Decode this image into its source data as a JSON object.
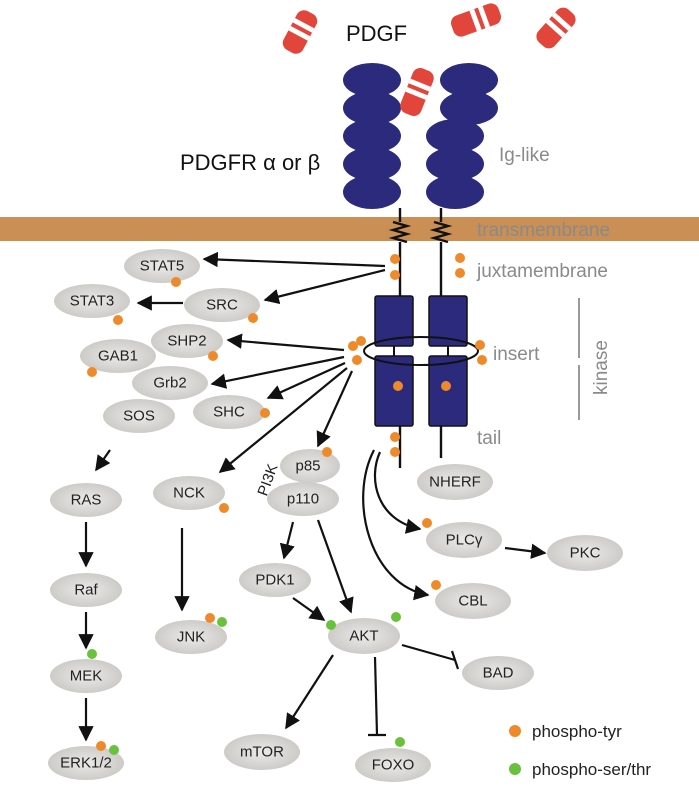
{
  "title": "PDGF",
  "receptor_label": "PDGFR α or β",
  "regions": {
    "ig_like": "Ig-like",
    "transmembrane": "transmembrane",
    "juxtamembrane": "juxtamembrane",
    "insert": "insert",
    "kinase": "kinase",
    "tail": "tail"
  },
  "pi3k_label": "PI3K",
  "nodes": {
    "stat5": "STAT5",
    "stat3": "STAT3",
    "src": "SRC",
    "shp2": "SHP2",
    "gab1": "GAB1",
    "grb2": "Grb2",
    "sos": "SOS",
    "shc": "SHC",
    "p85": "p85",
    "p110": "p110",
    "nck": "NCK",
    "ras": "RAS",
    "raf": "Raf",
    "mek": "MEK",
    "erk": "ERK1/2",
    "jnk": "JNK",
    "pdk1": "PDK1",
    "akt": "AKT",
    "bad": "BAD",
    "mtor": "mTOR",
    "foxo": "FOXO",
    "nherf": "NHERF",
    "plcg": "PLCγ",
    "pkc": "PKC",
    "cbl": "CBL"
  },
  "legend": {
    "tyr": "phospho-tyr",
    "sert": "phospho-ser/thr"
  },
  "colors": {
    "ligand": "#e2463a",
    "receptor": "#2c2a7c",
    "membrane": "#c98f55",
    "node": "#d3d1cf",
    "phospho_tyr": "#ef8a2b",
    "phospho_ser_thr": "#6ac13d"
  }
}
